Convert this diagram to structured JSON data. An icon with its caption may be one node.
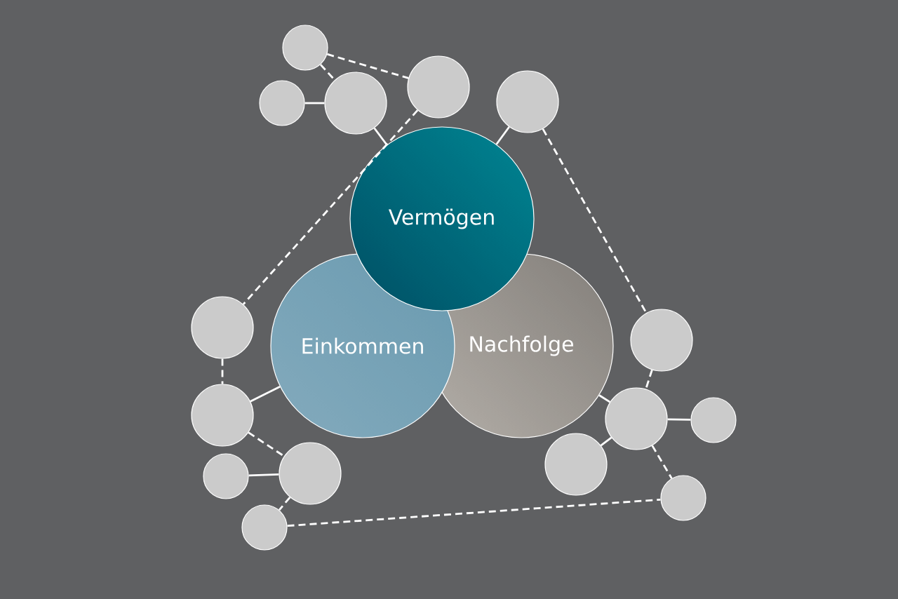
{
  "diagram": {
    "nodes": [
      {
        "text": [
          "Vermögen"
        ]
      },
      {
        "text": [
          "Einkommen"
        ]
      },
      {
        "text": [
          "Nachfolge"
        ]
      },
      {
        "text": [],
        "shape": "circle"
      },
      {
        "text": [],
        "shape": "circle"
      },
      {
        "text": [],
        "shape": "circle"
      },
      {
        "text": [],
        "shape": "circle"
      },
      {
        "text": [],
        "shape": "circle"
      },
      {
        "text": [],
        "shape": "circle"
      },
      {
        "text": [],
        "shape": "circle"
      },
      {
        "text": [],
        "shape": "circle"
      },
      {
        "text": [],
        "shape": "circle"
      },
      {
        "text": [],
        "shape": "circle"
      },
      {
        "text": [],
        "shape": "circle"
      },
      {
        "text": [],
        "shape": "circle"
      },
      {
        "text": [],
        "shape": "circle"
      },
      {
        "text": [],
        "shape": "circle"
      },
      {
        "text": [],
        "shape": "circle"
      }
    ],
    "edges": [
      {
        "from": 3,
        "to": 6,
        "arrow": "none",
        "style": "dashed"
      },
      {
        "from": 3,
        "to": 5,
        "arrow": "none",
        "style": "dashed"
      },
      {
        "from": 4,
        "to": 5,
        "arrow": "none"
      },
      {
        "from": 5,
        "to": 0,
        "arrow": "none"
      },
      {
        "from": 6,
        "to": 8,
        "arrow": "none",
        "style": "dashed"
      },
      {
        "from": 7,
        "to": 0,
        "arrow": "none"
      },
      {
        "from": 7,
        "to": 9,
        "arrow": "none",
        "style": "dashed"
      },
      {
        "from": 8,
        "to": 10,
        "arrow": "none",
        "style": "dashed"
      },
      {
        "from": 10,
        "to": 1,
        "arrow": "none"
      },
      {
        "from": 10,
        "to": 14,
        "arrow": "none",
        "style": "dashed"
      },
      {
        "from": 15,
        "to": 14,
        "arrow": "none"
      },
      {
        "from": 14,
        "to": 17,
        "arrow": "none",
        "style": "dashed"
      },
      {
        "from": 17,
        "to": 16,
        "arrow": "none",
        "style": "dashed"
      },
      {
        "from": 9,
        "to": 11,
        "arrow": "none",
        "style": "dashed"
      },
      {
        "from": 11,
        "to": 2,
        "arrow": "none"
      },
      {
        "from": 11,
        "to": 12,
        "arrow": "none"
      },
      {
        "from": 11,
        "to": 13,
        "arrow": "none"
      },
      {
        "from": 11,
        "to": 16,
        "arrow": "none",
        "style": "dashed"
      }
    ]
  }
}
